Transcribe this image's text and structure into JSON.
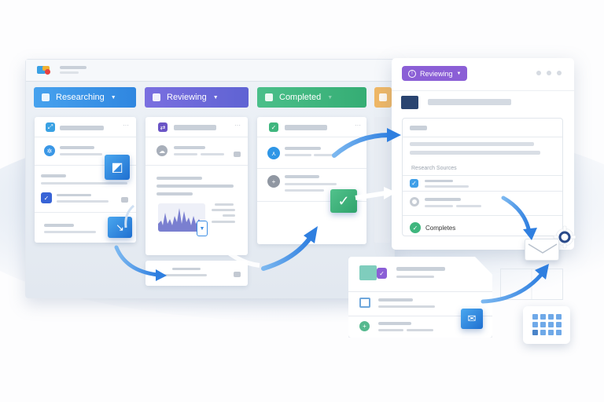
{
  "app": {
    "logo": "board-logo"
  },
  "columns": [
    {
      "label": "Researching",
      "color": "#3b8fe6",
      "icon": "calendar-icon"
    },
    {
      "label": "Reviewing",
      "color": "#6b66d8",
      "icon": "square-icon"
    },
    {
      "label": "Completed",
      "color": "#3fb67e",
      "icon": "check-box-icon"
    },
    {
      "label": "",
      "color": "#efb765",
      "icon": "square-icon"
    }
  ],
  "detail_panel": {
    "status_pill": "Reviewing",
    "status_color": "#8b5fd6",
    "section_label": "Research Sources",
    "completed_label": "Completes",
    "window_controls": [
      "dot",
      "dot",
      "dot"
    ]
  },
  "colors": {
    "accent_blue": "#2f86e0",
    "success_green": "#3fb67e",
    "purple": "#8b5fd6",
    "navy": "#2a4470"
  }
}
